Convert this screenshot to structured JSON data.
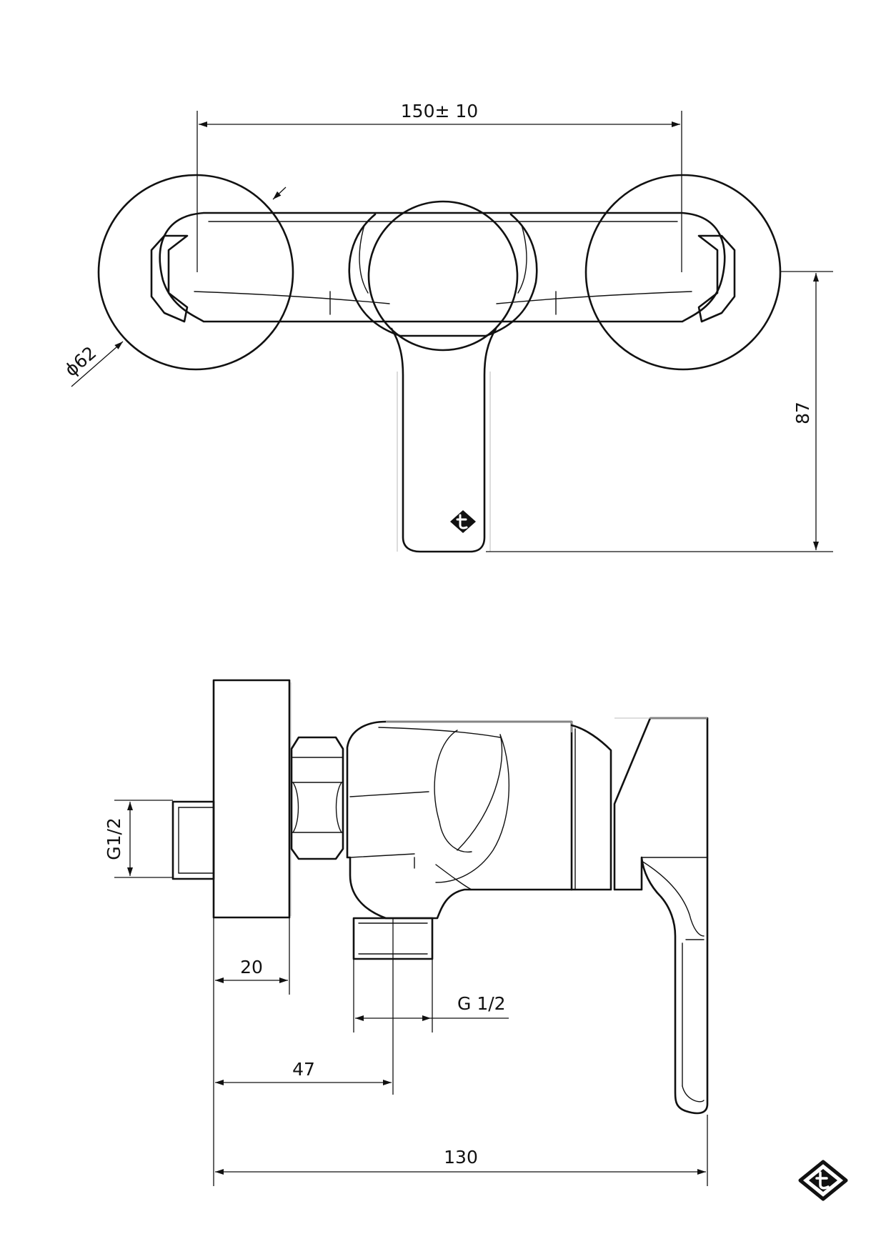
{
  "top_view": {
    "width_dimension": "150± 10",
    "rosette_diameter": "ϕ62",
    "depth_dimension": "87"
  },
  "side_view": {
    "inlet_thread": "G1/2",
    "rosette_thickness": "20",
    "outlet_thread": "G 1/2",
    "outlet_offset": "47",
    "total_length": "130"
  },
  "icons": {
    "lever_logo": "t-logo-icon",
    "corner_logo": "t-logo-icon"
  },
  "colors": {
    "line": "#111111",
    "background": "#ffffff"
  }
}
